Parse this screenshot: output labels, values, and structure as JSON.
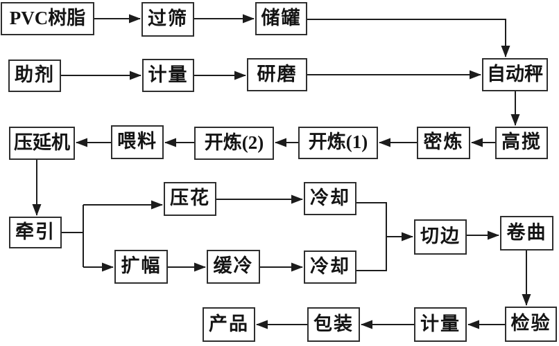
{
  "diagram": {
    "type": "flowchart",
    "description": "PVC calendering film production process flow diagram",
    "nodes": [
      {
        "id": "pvc-resin",
        "label": "PVC树脂"
      },
      {
        "id": "sieving",
        "label": "过筛"
      },
      {
        "id": "storage-tank",
        "label": "储罐"
      },
      {
        "id": "additives",
        "label": "助剂"
      },
      {
        "id": "metering-1",
        "label": "计量"
      },
      {
        "id": "grinding",
        "label": "研磨"
      },
      {
        "id": "automatic-scale",
        "label": "自动秤"
      },
      {
        "id": "calender",
        "label": "压延机"
      },
      {
        "id": "feeding",
        "label": "喂料"
      },
      {
        "id": "open-mill-2",
        "label": "开炼(2)"
      },
      {
        "id": "open-mill-1",
        "label": "开炼(1)"
      },
      {
        "id": "internal-mixing",
        "label": "密炼"
      },
      {
        "id": "high-speed-mixing",
        "label": "高搅"
      },
      {
        "id": "traction",
        "label": "牵引"
      },
      {
        "id": "embossing",
        "label": "压花"
      },
      {
        "id": "widening",
        "label": "扩幅"
      },
      {
        "id": "slow-cooling",
        "label": "缓冷"
      },
      {
        "id": "cooling-top",
        "label": "冷却"
      },
      {
        "id": "cooling-bottom",
        "label": "冷却"
      },
      {
        "id": "trimming",
        "label": "切边"
      },
      {
        "id": "winding",
        "label": "卷曲"
      },
      {
        "id": "inspection",
        "label": "检验"
      },
      {
        "id": "metering-2",
        "label": "计量"
      },
      {
        "id": "packaging",
        "label": "包装"
      },
      {
        "id": "product",
        "label": "产品"
      }
    ],
    "edges": [
      "PVC树脂→过筛",
      "过筛→储罐",
      "储罐→自动秤",
      "助剂→计量",
      "计量→研磨",
      "研磨→自动秤",
      "自动秤→高搅",
      "高搅→密炼",
      "密炼→开炼(1)",
      "开炼(1)→开炼(2)",
      "开炼(2)→喂料",
      "喂料→压延机",
      "压延机→牵引",
      "牵引→压花",
      "牵引→扩幅",
      "压花→冷却",
      "扩幅→缓冷",
      "缓冷→冷却",
      "冷却+冷却→切边",
      "切边→卷曲",
      "卷曲→检验",
      "检验→计量",
      "计量→包装",
      "包装→产品"
    ]
  },
  "colors": {
    "bg": "#ffffff",
    "line": "#1c1c1c",
    "border": "#2e2e2e",
    "text": "#141414"
  }
}
